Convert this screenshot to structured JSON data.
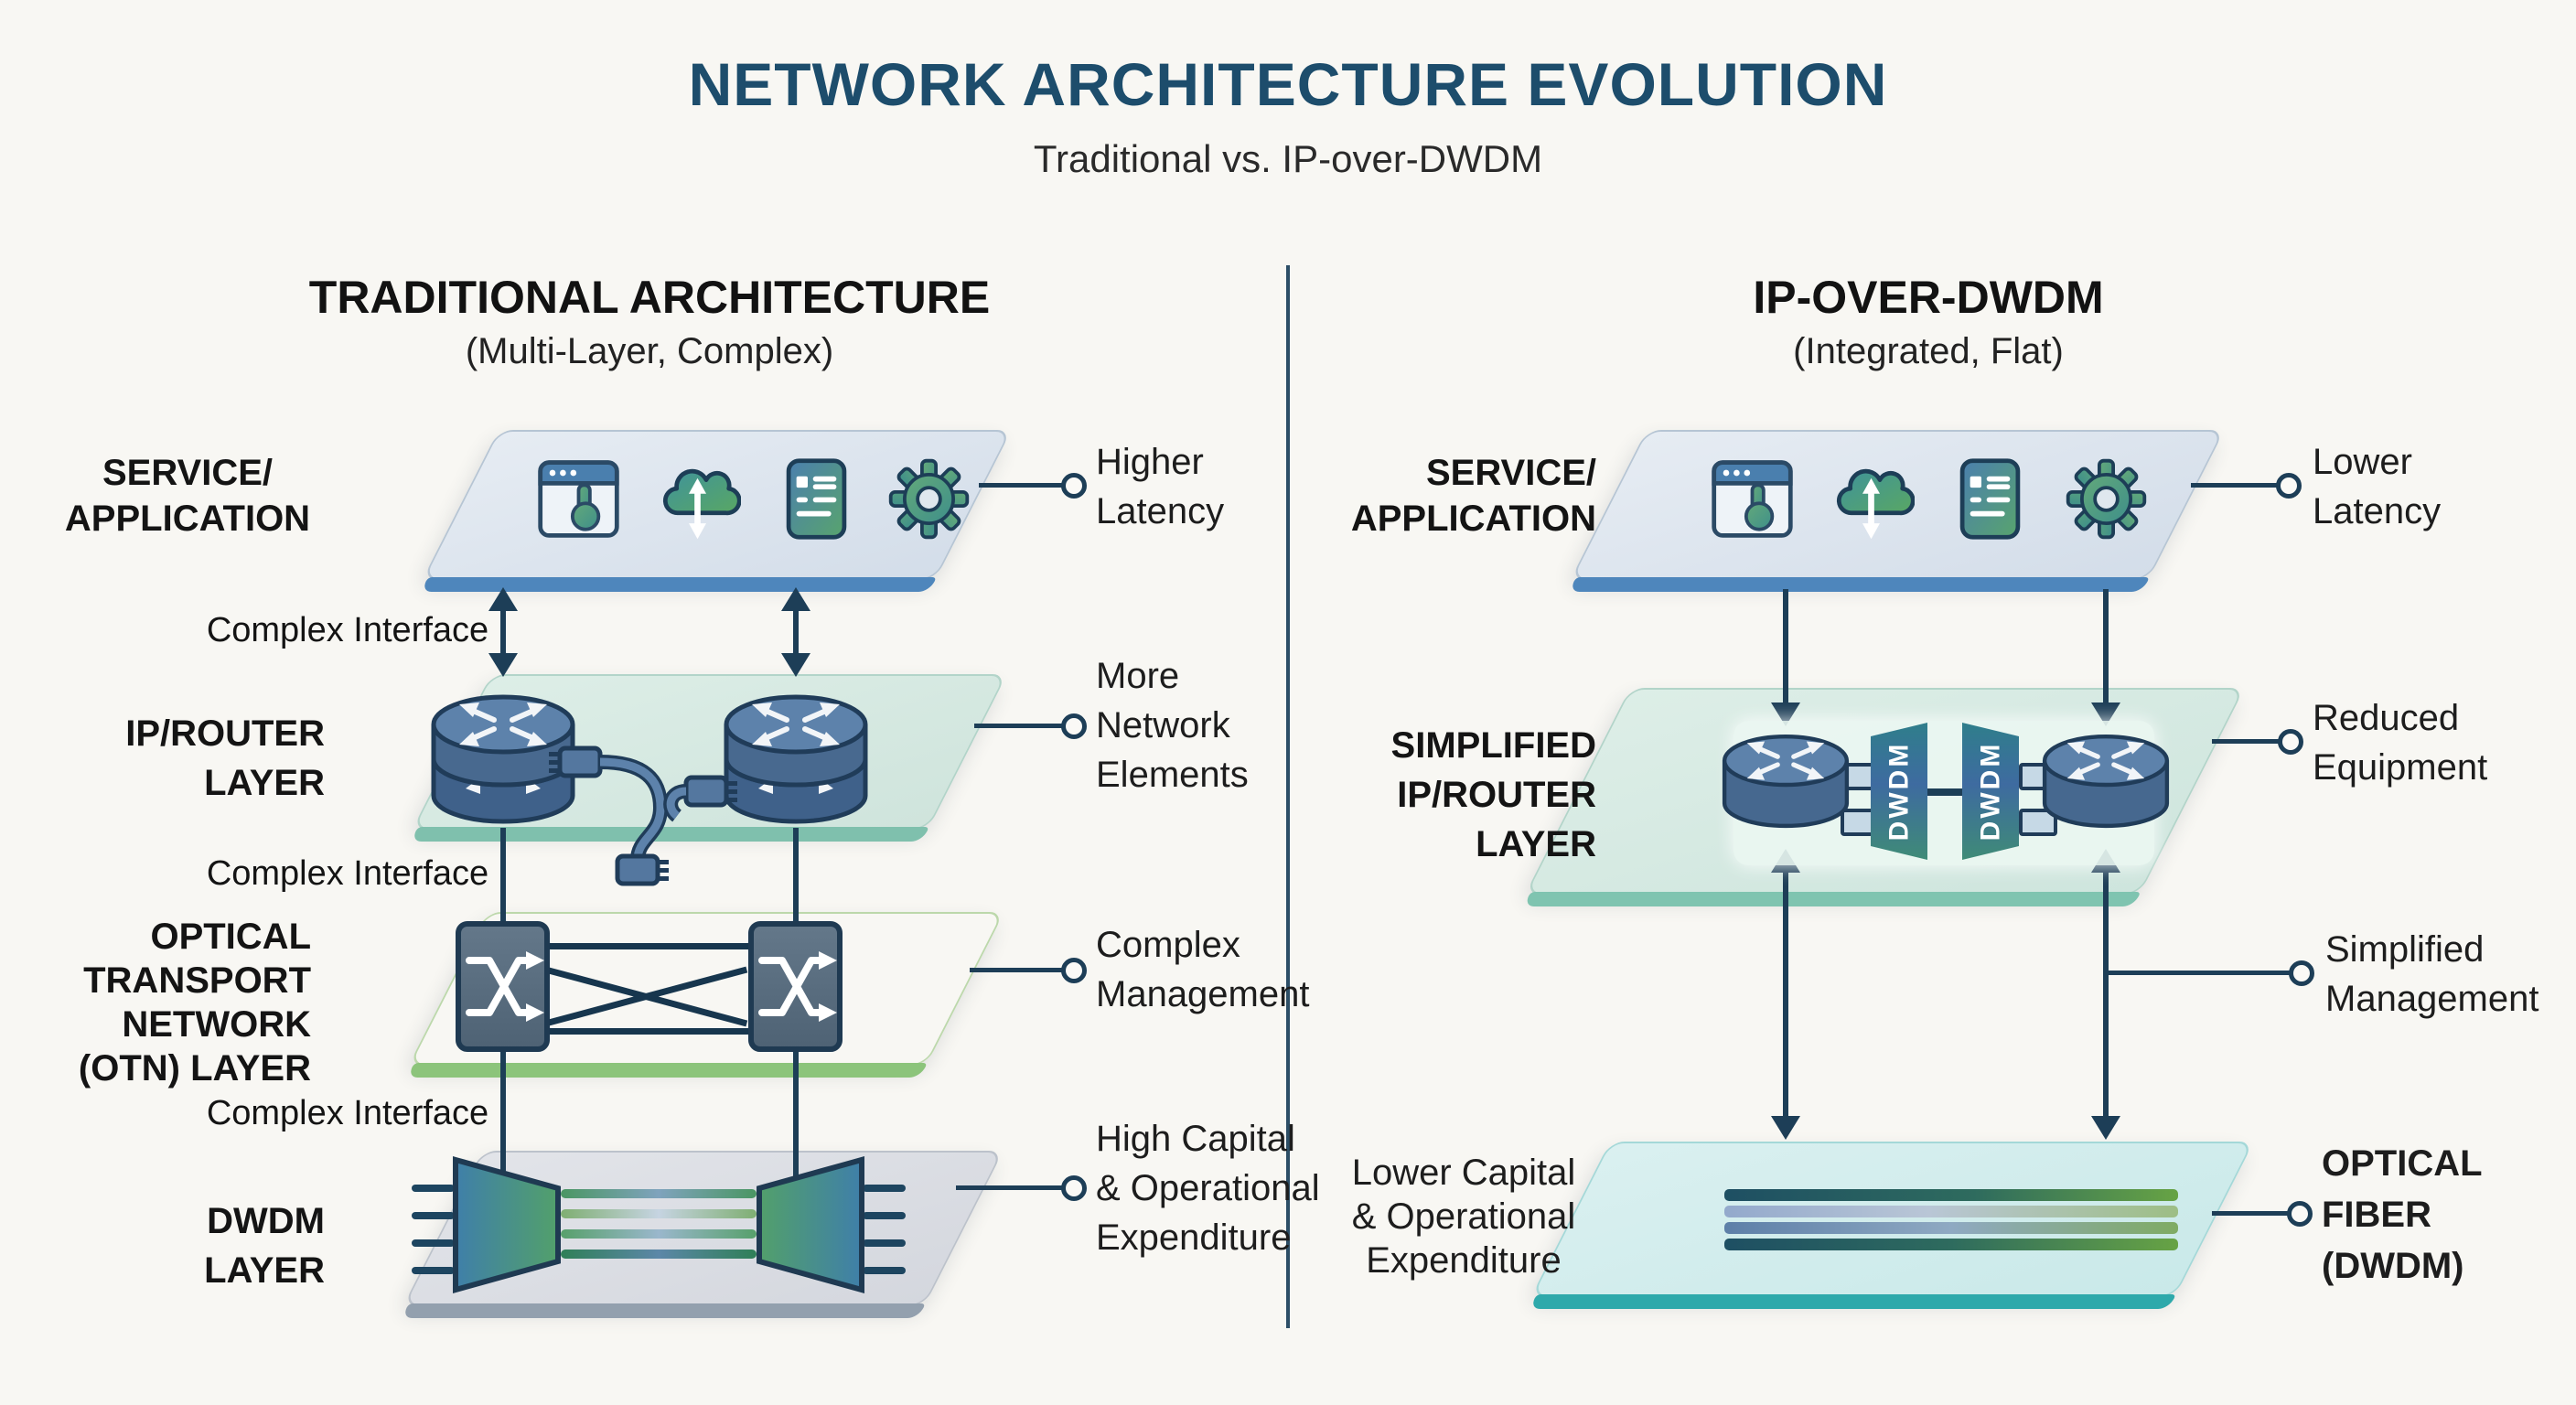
{
  "header": {
    "title": "NETWORK ARCHITECTURE EVOLUTION",
    "subtitle": "Traditional vs. IP-over-DWDM"
  },
  "left_column": {
    "heading": "TRADITIONAL ARCHITECTURE",
    "subheading": "(Multi-Layer, Complex)",
    "interface_labels": [
      "Complex Interface",
      "Complex Interface",
      "Complex Interface"
    ],
    "layers": [
      {
        "label": "SERVICE/\nAPPLICATION",
        "annotation": "Higher\nLatency"
      },
      {
        "label": "IP/ROUTER\nLAYER",
        "annotation": "More\nNetwork\nElements"
      },
      {
        "label": "OPTICAL\nTRANSPORT\nNETWORK\n(OTN) LAYER",
        "annotation": "Complex\nManagement"
      },
      {
        "label": "DWDM\nLAYER",
        "annotation": "High Capital\n& Operational\nExpenditure"
      }
    ]
  },
  "right_column": {
    "heading": "IP-OVER-DWDM",
    "subheading": "(Integrated, Flat)",
    "layers": [
      {
        "label": "SERVICE/\nAPPLICATION",
        "annotation": "Lower\nLatency"
      },
      {
        "label": "SIMPLIFIED\nIP/ROUTER\nLAYER",
        "annotation": "Reduced\nEquipment"
      },
      {
        "label": "Lower Capital\n& Operational\nExpenditure",
        "annotation": "OPTICAL\nFIBER\n(DWDM)"
      }
    ],
    "management_annotation": "Simplified\nManagement",
    "dwdm_module_label": "DWDM"
  },
  "icons": {
    "service_icons": [
      "app-window-icon",
      "cloud-transfer-icon",
      "document-list-icon",
      "gear-icon"
    ],
    "left_devices": [
      "router-stack-icon",
      "patch-cable-icon",
      "otn-switch-icon",
      "dwdm-mux-icon"
    ],
    "right_devices": [
      "router-icon",
      "dwdm-module-icon",
      "fiber-band-icon"
    ]
  },
  "colors": {
    "title": "#1d4d6c",
    "line": "#1d3e57",
    "service_edge": "#4e86bc",
    "ip_edge": "#7fc0ad",
    "otn_edge": "#8cc47b",
    "dwdm_edge": "#93a0ae",
    "fiber_edge": "#2ea9ab",
    "background": "#f8f7f3"
  }
}
